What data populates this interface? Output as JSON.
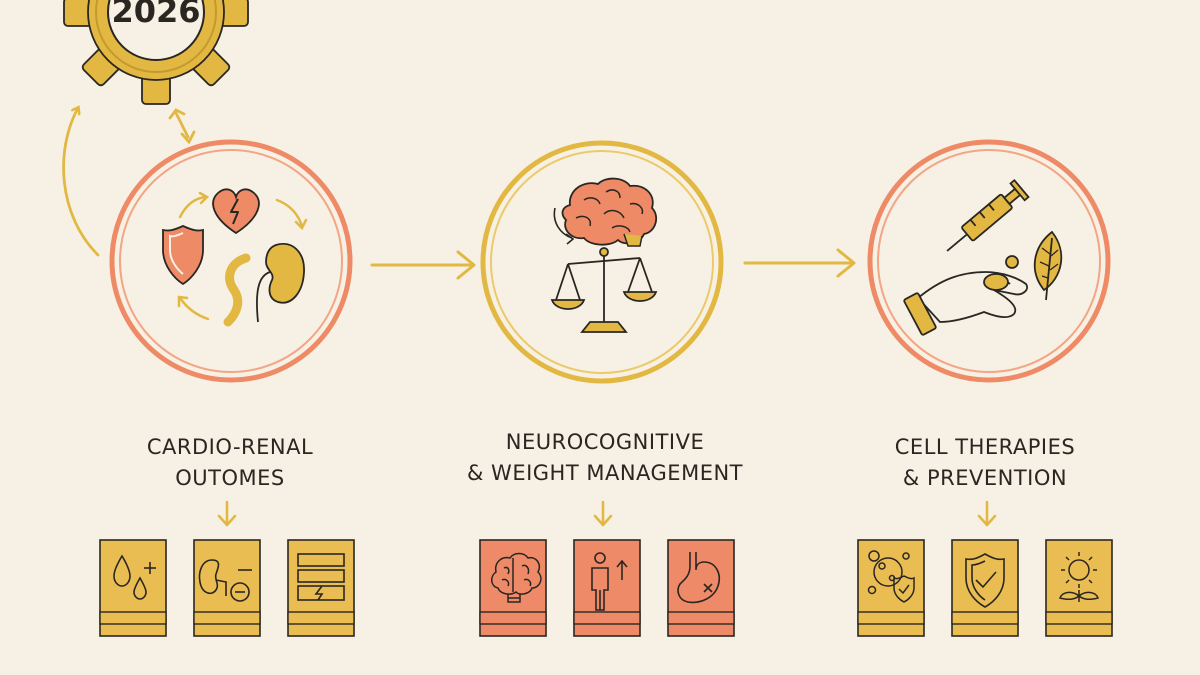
{
  "year_badge": {
    "text": "2026",
    "icon": "gear-icon"
  },
  "stages": [
    {
      "id": "cardio-renal",
      "title_lines": [
        "CARDIO-RENAL",
        "OUTOMES"
      ],
      "circle_icons": [
        "heart-lightning-icon",
        "shield-icon",
        "kidney-icon",
        "cycle-arrows-icon"
      ],
      "cards": [
        "droplets-plus-icon",
        "kidney-minus-icon",
        "battery-lightning-icon"
      ]
    },
    {
      "id": "neurocognitive",
      "title_lines": [
        "NEUROCOGNITIVE",
        "& WEIGHT MANAGEMENT"
      ],
      "circle_icons": [
        "brain-icon",
        "balance-scale-icon"
      ],
      "cards": [
        "brain-lightbulb-icon",
        "person-up-arrow-icon",
        "stomach-x-icon"
      ]
    },
    {
      "id": "cell-therapies",
      "title_lines": [
        "CELL THERAPIES",
        "& PREVENTION"
      ],
      "circle_icons": [
        "syringe-icon",
        "hand-icon",
        "leaf-icon"
      ],
      "cards": [
        "cells-shield-icon",
        "shield-check-icon",
        "sun-sprout-icon"
      ]
    }
  ],
  "colors": {
    "background": "#f6f1e4",
    "gold": "#e2b843",
    "gold_dark": "#c49a2c",
    "coral": "#ee8a66",
    "coral_light": "#f4a585",
    "ink": "#2a2622",
    "card_gold": "#e9bd52",
    "card_coral": "#ee8a68"
  }
}
